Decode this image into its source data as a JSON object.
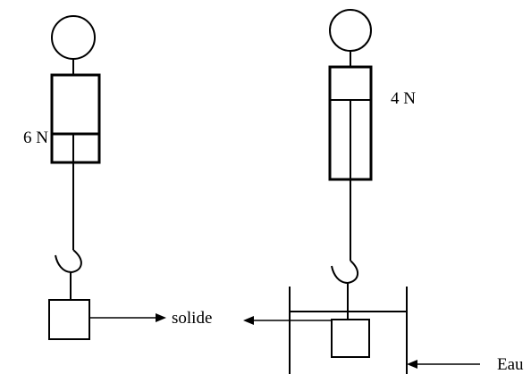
{
  "labels": {
    "left_reading": "6 N",
    "right_reading": "4 N",
    "solid": "solide",
    "water": "Eau"
  },
  "colors": {
    "ink": "#000000",
    "background": "#ffffff"
  }
}
